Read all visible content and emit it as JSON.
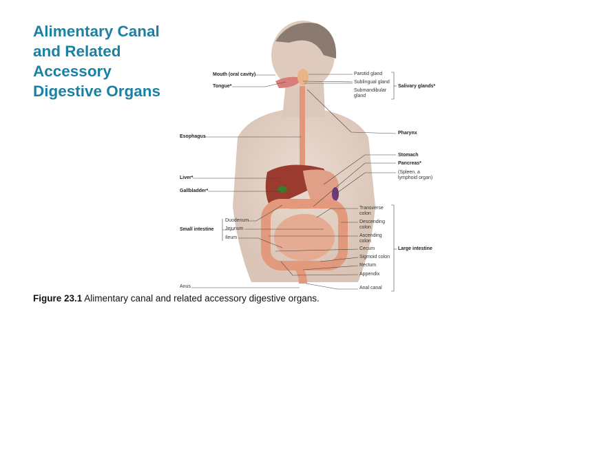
{
  "title_lines": [
    "Alimentary Canal",
    "and Related",
    "Accessory",
    "Digestive Organs"
  ],
  "caption": {
    "label": "Figure 23.1",
    "text": " Alimentary canal and related accessory digestive organs."
  },
  "labels": {
    "mouth": "Mouth (oral cavity)",
    "tongue": "Tongue*",
    "esophagus": "Esophagus",
    "liver": "Liver*",
    "gallbladder": "Gallbladder*",
    "small_intestine": "Small intestine",
    "duodenum": "Duodenum",
    "jejunum": "Jejunum",
    "ileum": "Ileum",
    "anus": "Anus",
    "parotid": "Parotid gland",
    "sublingual": "Sublingual gland",
    "submandibular_1": "Submandibular",
    "submandibular_2": "gland",
    "salivary": "Salivary glands*",
    "pharynx": "Pharynx",
    "stomach": "Stomach",
    "pancreas": "Pancreas*",
    "spleen_1": "(Spleen, a",
    "spleen_2": "lymphoid organ)",
    "transverse_1": "Transverse",
    "transverse_2": "colon",
    "descending_1": "Descending",
    "descending_2": "colon",
    "ascending_1": "Ascending",
    "ascending_2": "colon",
    "cecum": "Cecum",
    "sigmoid": "Sigmoid colon",
    "rectum": "Rectum",
    "appendix": "Appendix",
    "anal_canal": "Anal canal",
    "large_intestine": "Large intestine"
  },
  "colors": {
    "title": "#1c80a3",
    "skin": "#e4d3c6",
    "organ": "#d98a6e",
    "liver": "#9b3a2e"
  }
}
